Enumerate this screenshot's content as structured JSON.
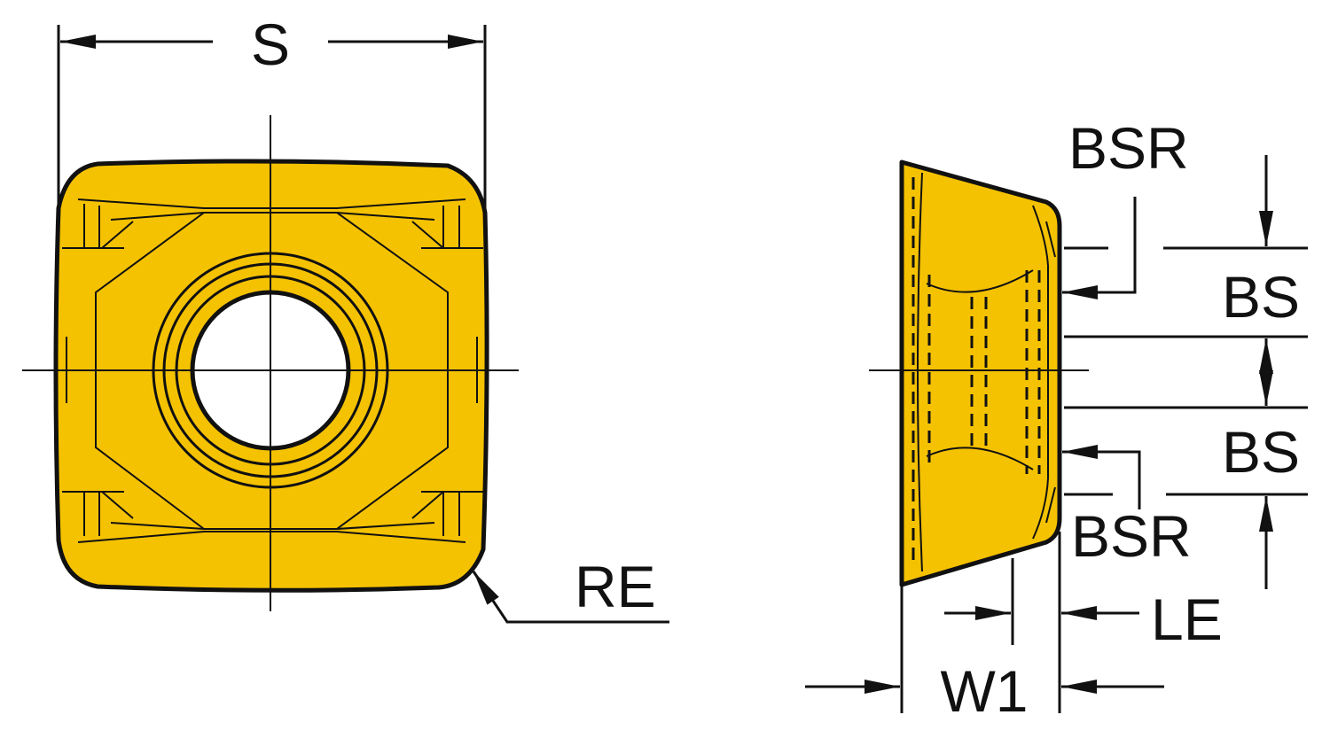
{
  "colors": {
    "insert_fill": "#F5C200",
    "line": "#111111"
  },
  "top_view": {
    "dimension_s": "S",
    "dimension_re": "RE"
  },
  "side_view": {
    "bsr_top": "BSR",
    "bs_top": "BS",
    "bs_bottom": "BS",
    "bsr_bottom": "BSR",
    "le": "LE",
    "w1": "W1"
  }
}
